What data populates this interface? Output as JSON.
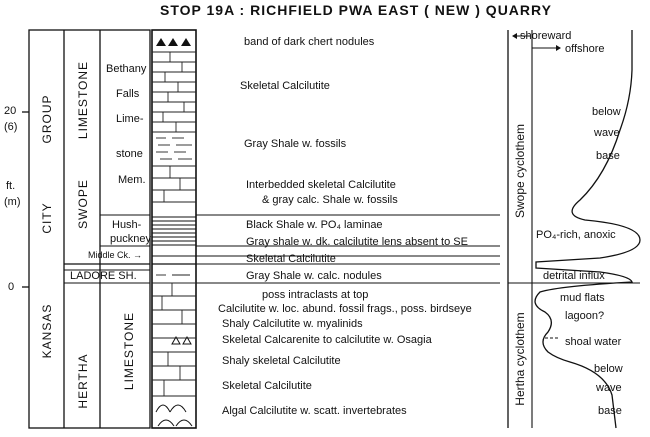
{
  "title": "STOP 19A : RICHFIELD PWA EAST ( NEW ) QUARRY",
  "scale": {
    "tick_20": "20",
    "tick_20_m": "(6)",
    "tick_0": "0",
    "unit_ft": "ft.",
    "unit_m": "(m)"
  },
  "stratigraphy": {
    "group_kansas": "KANSAS",
    "group_city": "CITY",
    "group_group": "GROUP",
    "formation_swope": "SWOPE",
    "formation_swope_limestone": "LIMESTONE",
    "formation_hertha": "HERTHA",
    "formation_hertha_limestone": "LIMESTONE",
    "member_bethany": [
      "Bethany",
      "Falls",
      "Lime-",
      "stone",
      "Mem."
    ],
    "member_hushpuckney": [
      "Hush-",
      "puckney"
    ],
    "member_middle_creek": "Middle Ck. →",
    "member_ladore": "LADORE SH."
  },
  "lithology": [
    "band of dark chert nodules",
    "Skeletal Calcilutite",
    "Gray Shale w. fossils",
    "Interbedded skeletal Calcilutite",
    "& gray calc. Shale w. fossils",
    "Black Shale w. PO₄ laminae",
    "Gray shale w. dk. calcilutite lens absent to SE",
    "Skeletal Calcilutite",
    "Gray Shale w. calc. nodules",
    "poss intraclasts at top",
    "Calcilutite w. loc. abund. fossil frags., poss. birdseye",
    "Shaly Calcilutite w. myalinids",
    "Skeletal Calcarenite to calcilutite w. Osagia",
    "Shaly skeletal Calcilutite",
    "Skeletal Calcilutite",
    "Algal Calcilutite w. scatt. invertebrates"
  ],
  "environment": {
    "shoreward": "shoreward",
    "offshore": "offshore",
    "swope_cyclothem": "Swope cyclothem",
    "hertha_cyclothem": "Hertha cyclothem",
    "below_wave_base_upper": [
      "below",
      "wave",
      "base"
    ],
    "po4_rich": "PO₄-rich, anoxic",
    "detrital_influx": "detrital influx",
    "mud_flats": "mud flats",
    "lagoon": "lagoon?",
    "shoal_water": "shoal water",
    "below_wave_base_lower": [
      "below",
      "wave",
      "base"
    ]
  }
}
